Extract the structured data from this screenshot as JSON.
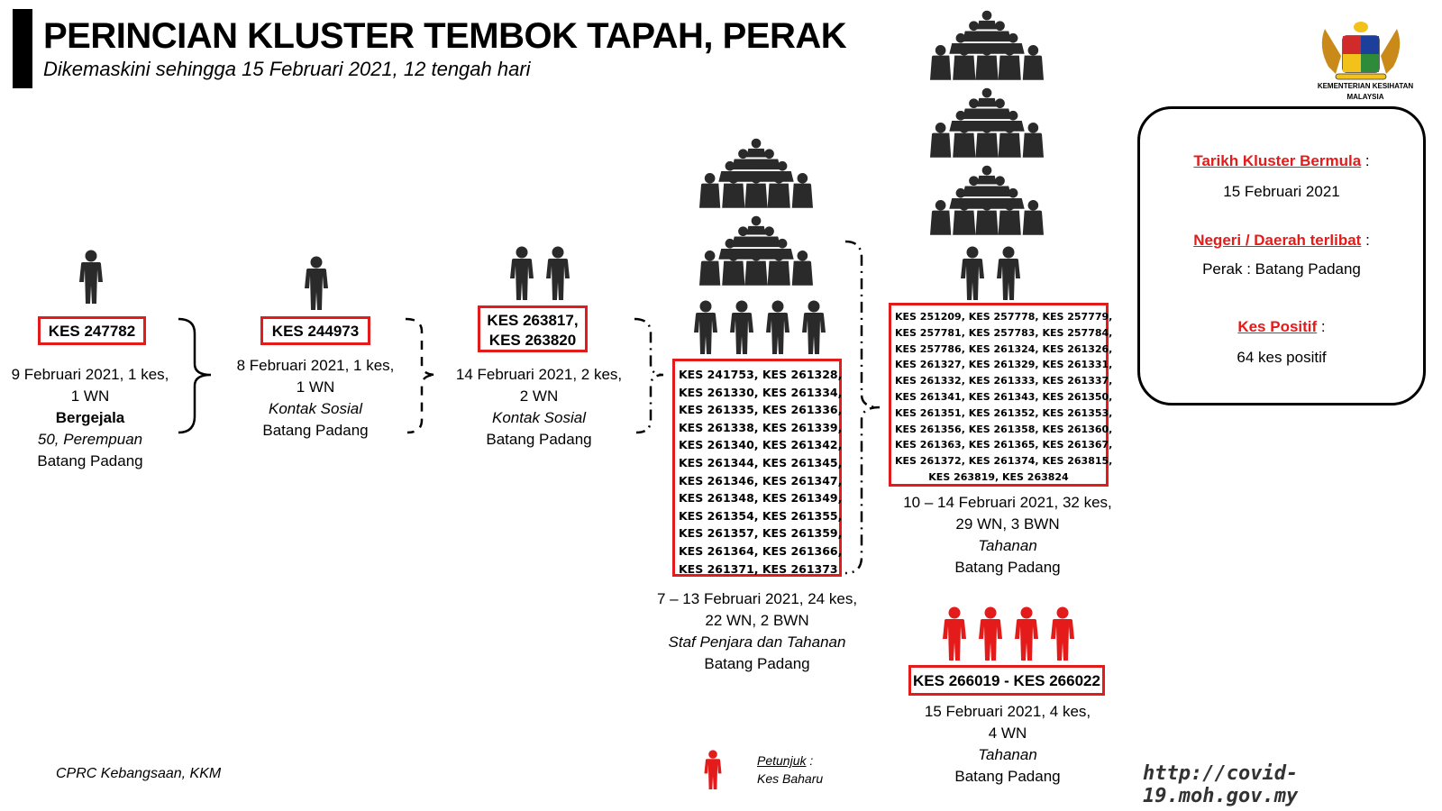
{
  "header": {
    "title": "PERINCIAN KLUSTER TEMBOK TAPAH, PERAK",
    "subtitle": "Dikemaskini sehingga 15 Februari 2021, 12 tengah hari"
  },
  "logo": {
    "name": "kkm-crest-icon",
    "text_line1": "KEMENTERIAN KESIHATAN",
    "text_line2": "MALAYSIA"
  },
  "info": {
    "start_label": "Tarikh Kluster Bermula",
    "start_value": "15 Februari 2021",
    "state_label": "Negeri / Daerah terlibat",
    "state_value": "Perak : Batang Padang",
    "positive_label": "Kes Positif",
    "positive_value": "64 kes positif",
    "colon": ":"
  },
  "nodes": {
    "n1": {
      "case": "KES 247782",
      "line1": "9 Februari 2021, 1 kes,",
      "line2": "1 WN",
      "line3": "Bergejala",
      "line4": "50, Perempuan",
      "line5": "Batang Padang"
    },
    "n2": {
      "case": "KES 244973",
      "line1": "8 Februari 2021, 1 kes,",
      "line2": "1 WN",
      "line3": "Kontak Sosial",
      "line4": "Batang Padang"
    },
    "n3": {
      "case1": "KES 263817,",
      "case2": "KES 263820",
      "line1": "14 Februari 2021, 2 kes,",
      "line2": "2 WN",
      "line3": "Kontak Sosial",
      "line4": "Batang Padang"
    },
    "n4": {
      "cases": [
        "KES 241753, KES 261328,",
        "KES 261330, KES 261334,",
        "KES 261335, KES 261336,",
        "KES 261338, KES 261339,",
        "KES 261340, KES 261342,",
        "KES 261344, KES 261345,",
        "KES 261346, KES 261347,",
        "KES 261348, KES 261349,",
        "KES 261354, KES 261355,",
        "KES 261357, KES 261359,",
        "KES 261364, KES 261366,",
        "KES 261371, KES 261373"
      ],
      "line1": "7 – 13 Februari 2021, 24 kes,",
      "line2": "22 WN, 2 BWN",
      "line3": "Staf Penjara dan Tahanan",
      "line4": "Batang Padang"
    },
    "n5": {
      "cases": [
        "KES 251209, KES 257778, KES 257779,",
        "KES 257781, KES 257783, KES 257784,",
        "KES 257786, KES 261324, KES 261326,",
        "KES 261327, KES 261329, KES 261331,",
        "KES 261332, KES 261333, KES 261337,",
        "KES 261341, KES 261343, KES 261350,",
        "KES 261351, KES 261352, KES 261353,",
        "KES 261356, KES 261358, KES 261360,",
        "KES 261363, KES 261365, KES 261367,",
        "KES 261372, KES 261374, KES 263815,",
        "KES 263819, KES 263824"
      ],
      "line1": "10 – 14 Februari 2021, 32 kes,",
      "line2": "29 WN, 3 BWN",
      "line3": "Tahanan",
      "line4": "Batang Padang"
    },
    "n6": {
      "case": "KES 266019 - KES 266022",
      "line1": "15 Februari 2021, 4 kes,",
      "line2": "4 WN",
      "line3": "Tahanan",
      "line4": "Batang Padang"
    }
  },
  "legend": {
    "title": "Petunjuk",
    "colon": ":",
    "item": "Kes Baharu"
  },
  "footer": {
    "source": "CPRC Kebangsaan, KKM",
    "url": "http://covid-19.moh.gov.my"
  },
  "colors": {
    "accent_red": "#e31b1b",
    "person_dark": "#2a2a2a"
  }
}
